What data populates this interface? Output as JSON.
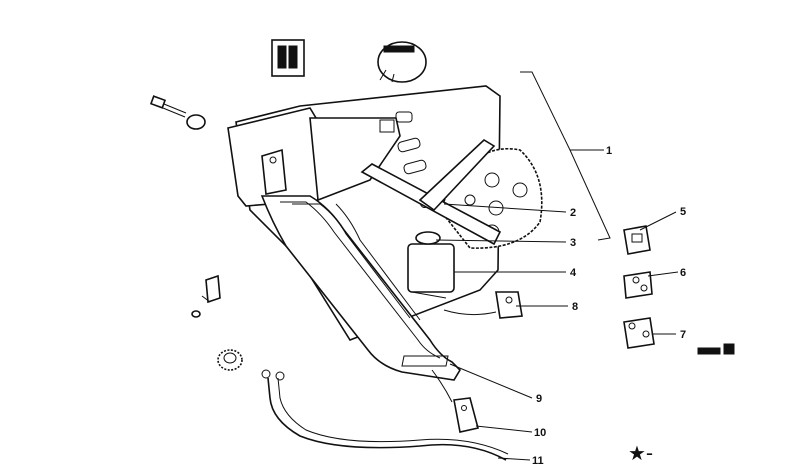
{
  "callouts": [
    {
      "id": "1",
      "text": "1"
    },
    {
      "id": "2",
      "text": "2"
    },
    {
      "id": "3",
      "text": "3"
    },
    {
      "id": "4",
      "text": "4"
    },
    {
      "id": "5",
      "text": "5"
    },
    {
      "id": "6",
      "text": "6"
    },
    {
      "id": "7",
      "text": "7"
    },
    {
      "id": "8",
      "text": "8"
    },
    {
      "id": "9",
      "text": "9"
    },
    {
      "id": "10",
      "text": "10"
    },
    {
      "id": "11",
      "text": "11"
    }
  ],
  "legend_symbol": "★-"
}
